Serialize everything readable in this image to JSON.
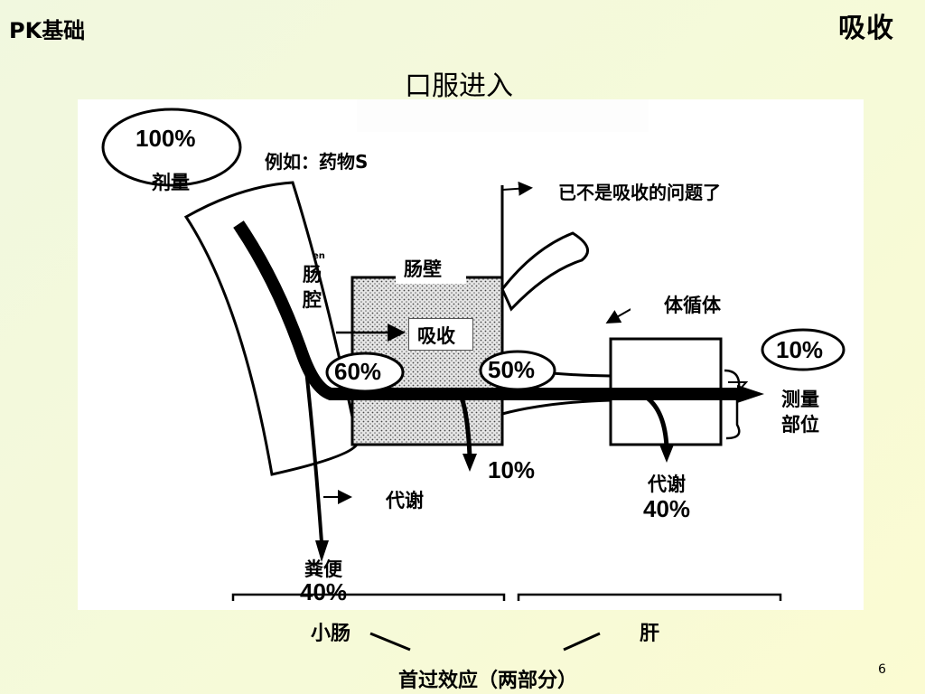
{
  "header": {
    "left_title": "PK基础",
    "right_title": "吸收",
    "subtitle": "口服进入"
  },
  "diagram": {
    "dose_percent": "100%",
    "dose_label": "剂量",
    "example_label": "例如：药物S",
    "not_absorption_note": "已不是吸收的问题了",
    "lumen_label": "肠\n腔",
    "lumen_small": "en",
    "wall_label": "肠壁",
    "absorb_label": "吸收",
    "circulation_label": "体循体",
    "lumen_fraction": "60%",
    "wall_fraction": "50%",
    "systemic_fraction": "10%",
    "measure_label": "测量\n部位",
    "wall_metab_percent": "10%",
    "wall_metab_label": "代谢",
    "liver_metab_label": "代谢",
    "liver_metab_percent": "40%",
    "feces_label": "粪便",
    "feces_percent": "40%"
  },
  "footer": {
    "intestine_label": "小肠",
    "liver_label": "肝",
    "first_pass_label": "首过效应（两部分）",
    "page_number": "6"
  }
}
